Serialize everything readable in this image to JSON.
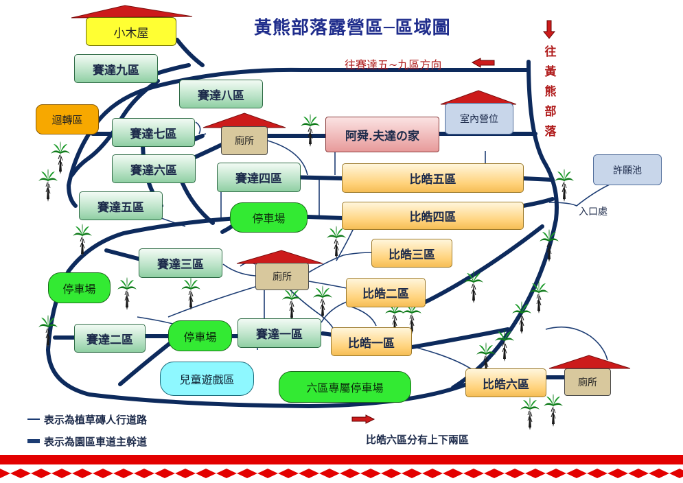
{
  "title": "黃熊部落露營區─區域圖",
  "areas": {
    "cabin": "小木屋",
    "saida9": "賽達九區",
    "saida8": "賽達八區",
    "saida7": "賽達七區",
    "saida6": "賽達六區",
    "saida5": "賽達五區",
    "saida4": "賽達四區",
    "saida3": "賽達三區",
    "saida2": "賽達二區",
    "saida1": "賽達一區",
    "turnaround": "迴轉區",
    "toilet_top": "廁所",
    "toilet_mid": "廁所",
    "toilet_right": "廁所",
    "ashun_home": "阿舜.夫達の家",
    "indoor_camp": "室內營位",
    "wish_pond": "許願池",
    "entrance": "入口處",
    "bihao5": "比皓五區",
    "bihao4": "比皓四區",
    "bihao3": "比皓三區",
    "bihao2": "比皓二區",
    "bihao1": "比皓一區",
    "bihao6": "比皓六區",
    "parking_center": "停車場",
    "parking_left": "停車場",
    "parking_bottom": "停車場",
    "playground": "兒童遊戲區",
    "parking_area6": "六區專屬停車場"
  },
  "direction_saida": "往賽達五~九區方向",
  "direction_tribe": "往黃熊部落",
  "legend": {
    "thin": "表示為植草磚人行道路",
    "thick": "表示為園區車道主幹道"
  },
  "note_bihao6": "比皓六區分有上下兩區",
  "colors": {
    "road": "#0d2a5c",
    "path": "#1c3c73",
    "roof": "#cc1b1b",
    "title": "#1f2d8c",
    "direction_text": "#b01c1c",
    "stripe": "#e30000"
  }
}
